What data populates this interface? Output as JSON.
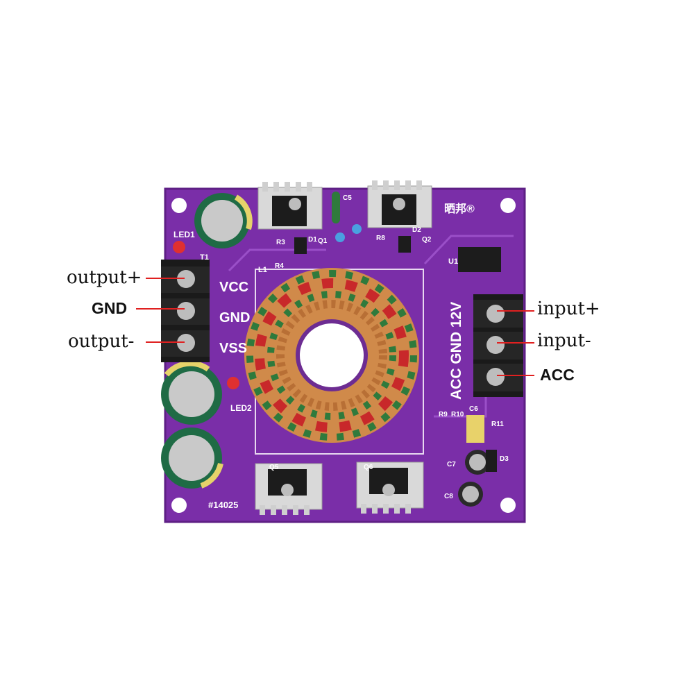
{
  "image_kind": "product photo of a purple PCB DC-DC converter module with pin labels",
  "colors": {
    "pcb": "#7a2ea8",
    "pcb_dark": "#5e1f85",
    "leader_line": "#e02020",
    "heatsink": "#d9d9d9",
    "terminal_block": "#1a1a1a",
    "copper_wire": "#d08a4a",
    "red_wire": "#c8282a",
    "green_wire": "#2f7a3c"
  },
  "labels": {
    "output_plus": "output+",
    "gnd": "GND",
    "output_minus": "output-",
    "input_plus": "input+",
    "input_minus": "input-",
    "acc": "ACC"
  },
  "silkscreen": {
    "brand": "晒邦®",
    "vcc": "VCC",
    "gnd": "GND",
    "vss": "VSS",
    "acc_gnd_12v": "ACC  GND  12V",
    "board_id": "#14025",
    "led1": "LED1",
    "led2": "LED2",
    "l1": "L1",
    "t1": "T1",
    "u1": "U1",
    "c5": "C5",
    "c6": "C6",
    "c7": "C7",
    "c8": "C8",
    "d1": "D1",
    "d2": "D2",
    "d3": "D3",
    "q1": "Q1",
    "q2": "Q2",
    "q5": "Q5",
    "q6": "Q6",
    "r3": "R3",
    "r4": "R4",
    "r8": "R8",
    "r9": "R9",
    "r10": "R10",
    "r11": "R11"
  }
}
